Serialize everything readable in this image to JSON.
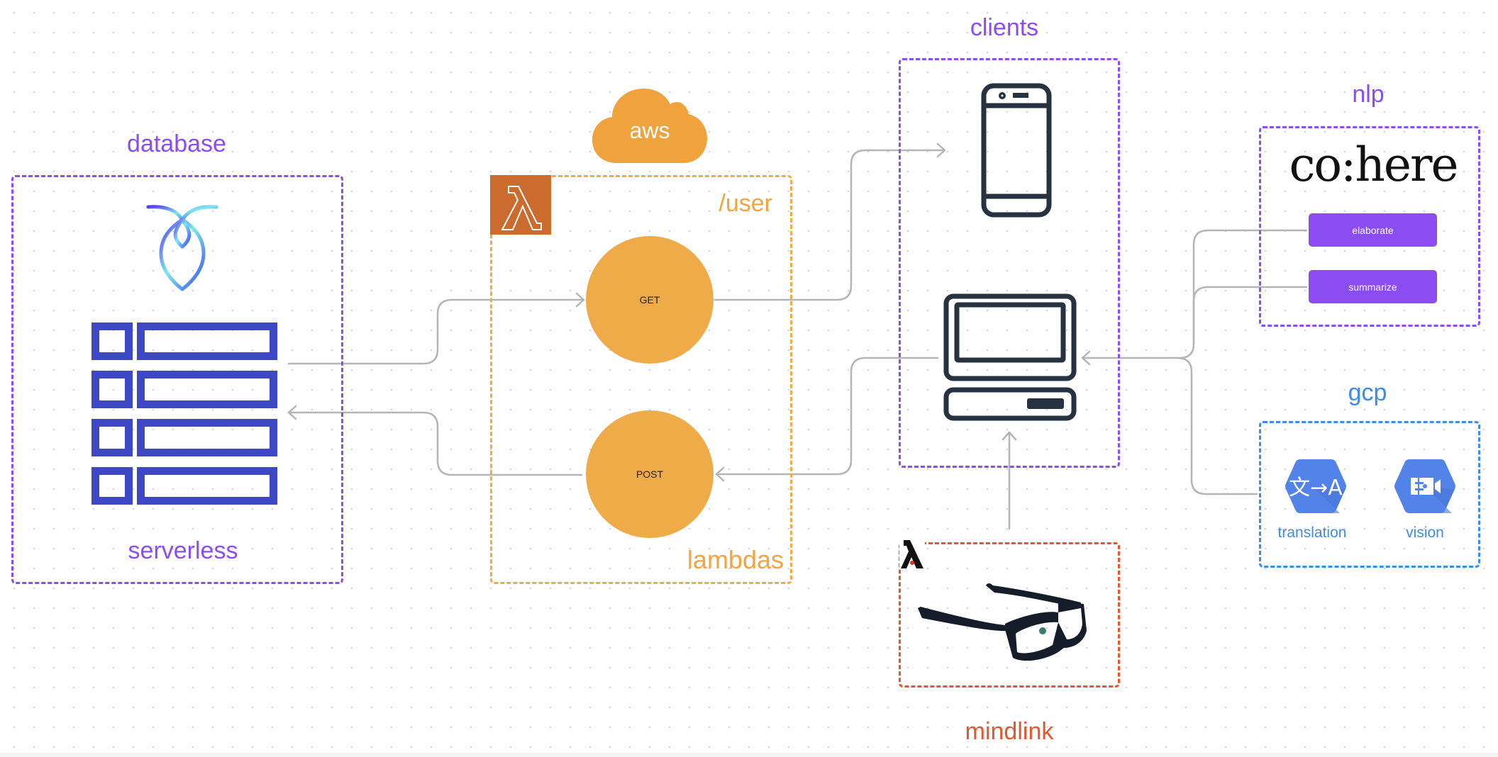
{
  "colors": {
    "purple": "#8b4df1",
    "orange": "#f0a541",
    "lambda_tile": "#cb6b2d",
    "blue_db": "#3e48c4",
    "gcp_blue": "#3d8ce6",
    "mindlink_red": "#e4572e",
    "device_dark": "#273241",
    "wire_gray": "#b5b5b5"
  },
  "groups": {
    "database": {
      "title": "database",
      "footer": "serverless",
      "logo_icon": "cockroachdb-icon",
      "main_icon": "table-icon"
    },
    "aws": {
      "cloud_label": "aws",
      "route": "/user",
      "footer": "lambdas",
      "tile_icon": "aws-lambda-icon",
      "endpoints": [
        {
          "method": "GET"
        },
        {
          "method": "POST"
        }
      ]
    },
    "clients": {
      "title": "clients",
      "devices": [
        {
          "icon": "smartphone-icon"
        },
        {
          "icon": "laptop-icon"
        }
      ]
    },
    "mindlink": {
      "title": "mindlink",
      "icon": "lambda-logo-icon",
      "device_icon": "smart-glasses-icon"
    },
    "nlp": {
      "title": "nlp",
      "brand": "co:here",
      "actions": [
        {
          "label": "elaborate"
        },
        {
          "label": "summarize"
        }
      ]
    },
    "gcp": {
      "title": "gcp",
      "services": [
        {
          "label": "translation",
          "icon": "translate-icon"
        },
        {
          "label": "vision",
          "icon": "video-intelligence-icon"
        }
      ]
    }
  },
  "connections": [
    {
      "from": "database",
      "to": "GET"
    },
    {
      "from": "POST",
      "to": "database"
    },
    {
      "from": "GET",
      "to": "smartphone"
    },
    {
      "from": "laptop",
      "to": "POST"
    },
    {
      "from": "mindlink",
      "to": "laptop"
    },
    {
      "from": "elaborate",
      "to": "laptop"
    },
    {
      "from": "summarize",
      "to": "laptop"
    },
    {
      "from": "translation",
      "to": "laptop"
    }
  ]
}
